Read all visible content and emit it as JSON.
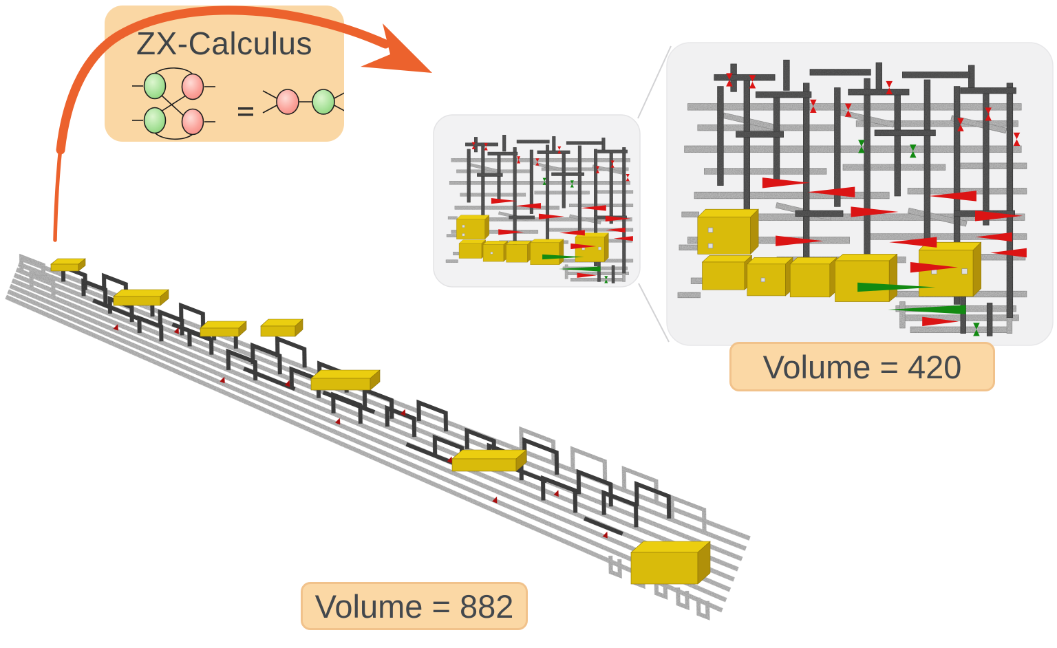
{
  "zx_box": {
    "title": "ZX-Calculus"
  },
  "volume_before": {
    "text": "Volume = 882",
    "value": 882
  },
  "volume_after": {
    "text": "Volume = 420",
    "value": 420
  },
  "icons": {
    "curved_arrow": "orange-curved-arrow",
    "zx_diagram": "zx-spider-rewrite-equation",
    "inset_preview": "space-time-lattice-small",
    "zoom_panel": "space-time-lattice-large",
    "long_structure": "uncompressed-lattice-layout"
  },
  "colors": {
    "accent_orange": "#EC622D",
    "panel_peach": "#FAD7A4",
    "panel_peach_border": "#F1C28B",
    "inset_gray": "#F1F1F2",
    "pipe_light": "#C8C8C8",
    "pipe_dark": "#5E5E5E",
    "block_yellow": "#D9BB0B",
    "spider_red": "#DB1414",
    "spider_green": "#128A12",
    "zx_green_node": "#A9E29B",
    "zx_red_node": "#FBA49C",
    "text": "#3E4347"
  }
}
